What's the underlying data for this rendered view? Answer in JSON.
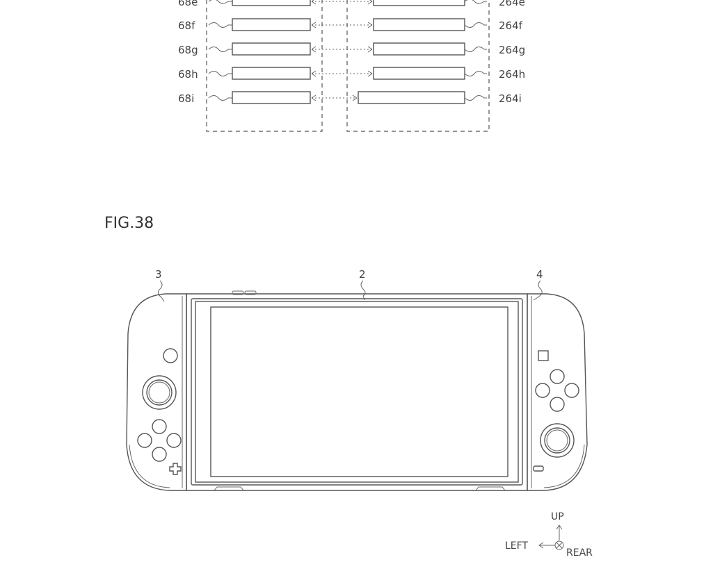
{
  "top_diagram": {
    "left_refs": [
      "68e",
      "68f",
      "68g",
      "68h",
      "68i"
    ],
    "right_refs": [
      "264e",
      "264f",
      "264g",
      "264h",
      "264i"
    ]
  },
  "figure": {
    "title": "FIG.38",
    "ref_left_controller": "3",
    "ref_main_body": "2",
    "ref_right_controller": "4"
  },
  "axes": {
    "up": "UP",
    "left": "LEFT",
    "rear": "REAR"
  }
}
